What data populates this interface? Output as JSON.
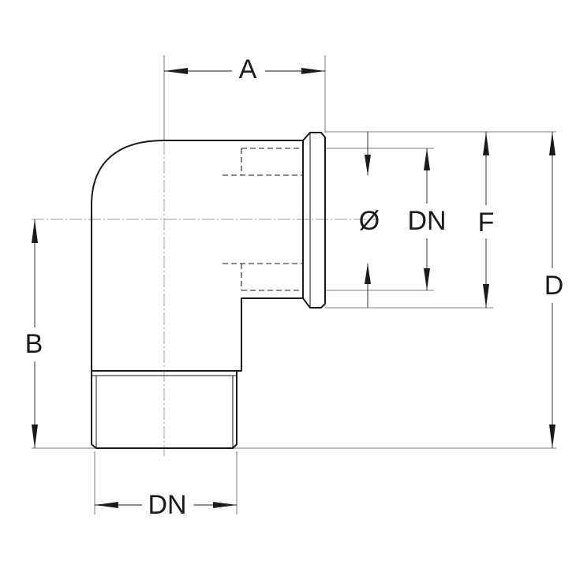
{
  "labels": {
    "a": "A",
    "b": "B",
    "d": "D",
    "f": "F",
    "dn_right": "DN",
    "dn_bottom": "DN",
    "diameter": "Ø"
  }
}
